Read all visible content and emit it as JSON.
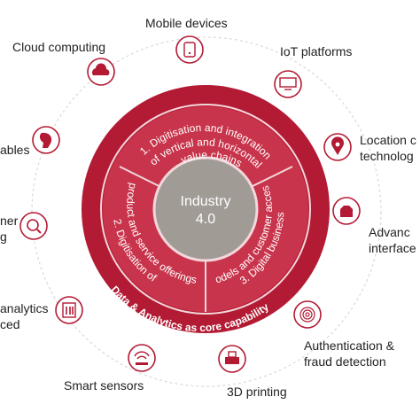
{
  "colors": {
    "accent": "#b31b34",
    "accent_dark": "#8e1226",
    "accent_light": "#c8344b",
    "core_fill": "#a19b96",
    "divider": "#f2d7dc",
    "text": "#222222"
  },
  "core": {
    "line1": "Industry",
    "line2": "4.0"
  },
  "ring_text": {
    "top": "Data & Analytics as core capability",
    "bottom": "Data & Analytics as core capability"
  },
  "segments": [
    {
      "line1": "1. Digitisation and integration",
      "line2": "of vertical and horizontal",
      "line3": "value chains"
    },
    {
      "line1": "2. Digitisation of",
      "line2": "product and service offerings"
    },
    {
      "line1": "3. Digital business",
      "line2": "models and customer access"
    }
  ],
  "technologies": [
    {
      "label": "Mobile devices",
      "icon": "mobile-devices-icon"
    },
    {
      "label": "IoT platforms",
      "icon": "iot-platforms-icon"
    },
    {
      "label": "Location c",
      "label2": "technolog",
      "icon": "location-pin-icon"
    },
    {
      "label": "Advanc",
      "label2": "interface",
      "icon": "advanced-interface-icon"
    },
    {
      "label": "Authentication &",
      "label2": "fraud detection",
      "icon": "fingerprint-icon"
    },
    {
      "label": "3D printing",
      "icon": "3d-printer-icon"
    },
    {
      "label": "Smart sensors",
      "icon": "smart-sensor-icon"
    },
    {
      "label": "analytics",
      "label2": "ced",
      "icon": "analytics-icon"
    },
    {
      "label": "ner",
      "label2": "g",
      "icon": "customer-search-icon"
    },
    {
      "label": "ables",
      "icon": "wearables-icon"
    },
    {
      "label": "Cloud computing",
      "icon": "cloud-icon"
    }
  ]
}
